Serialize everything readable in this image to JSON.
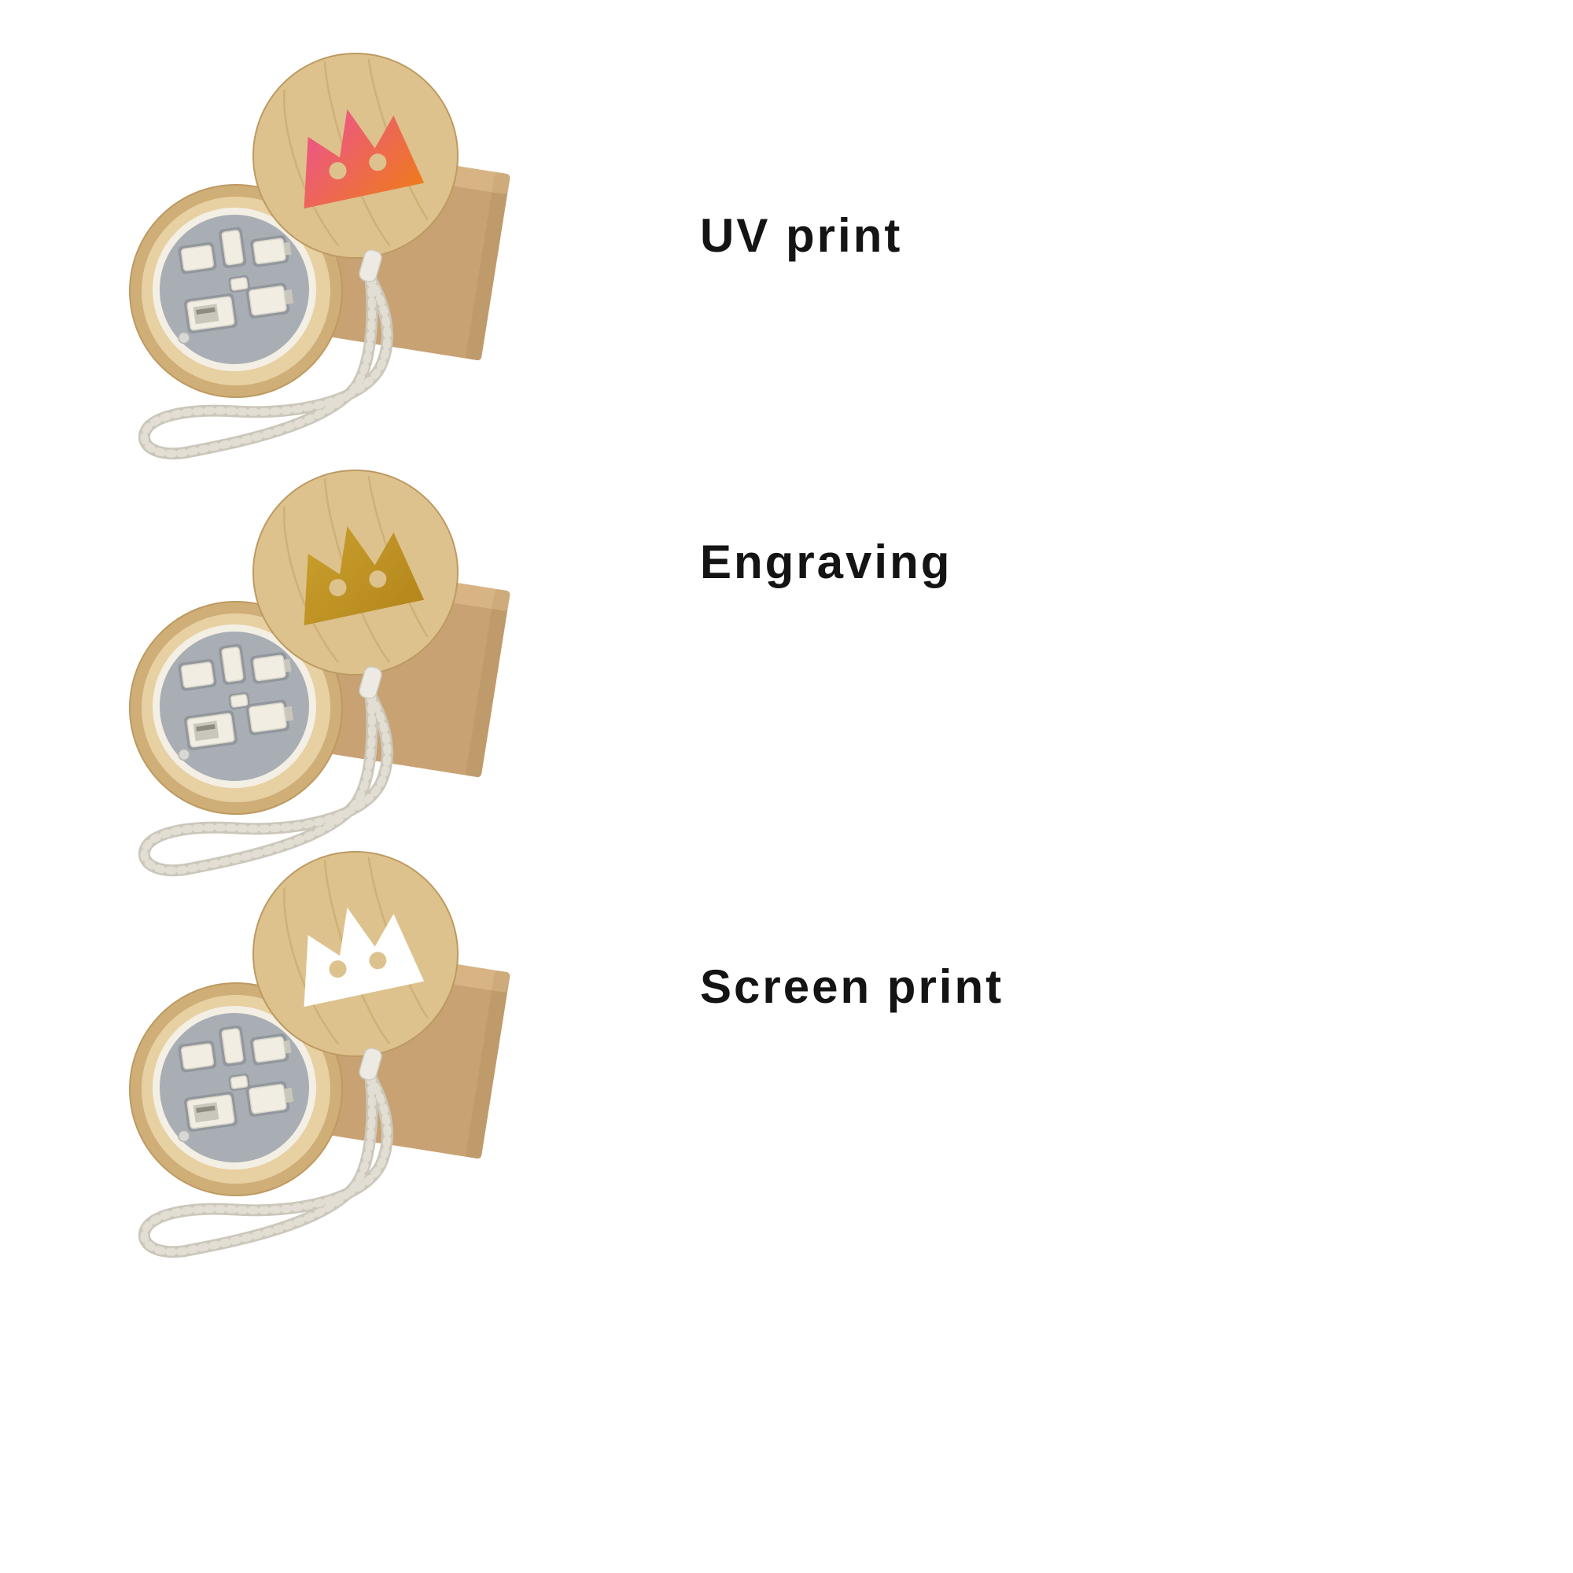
{
  "page": {
    "background": "#ffffff"
  },
  "items": [
    {
      "label": "UV print",
      "logo_from": "#ec4f9a",
      "logo_to": "#ee7a1e"
    },
    {
      "label": "Engraving",
      "logo_from": "#caa12e",
      "logo_to": "#b5871c"
    },
    {
      "label": "Screen print",
      "logo_from": "#ffffff",
      "logo_to": "#ffffff"
    }
  ],
  "product": {
    "colors": {
      "bamboo_lid": "#ddc28d",
      "bamboo_base": "#cfae77",
      "bamboo_wall": "#e7d0a1",
      "bamboo_edge": "#bd9a61",
      "ring": "#f3efe4",
      "tray": "#a9aeb4",
      "slot": "#91979d",
      "connector": "#f1ede2",
      "connector_edge": "#d9d5c9",
      "metal": "#c9c6bc",
      "box": "#c8a273",
      "box_top": "#d8b484",
      "rope": "#ccc7bb",
      "rope_hilite": "#e6e2d7",
      "grain": "#c2a061",
      "pin": "#d8d8d6"
    }
  }
}
